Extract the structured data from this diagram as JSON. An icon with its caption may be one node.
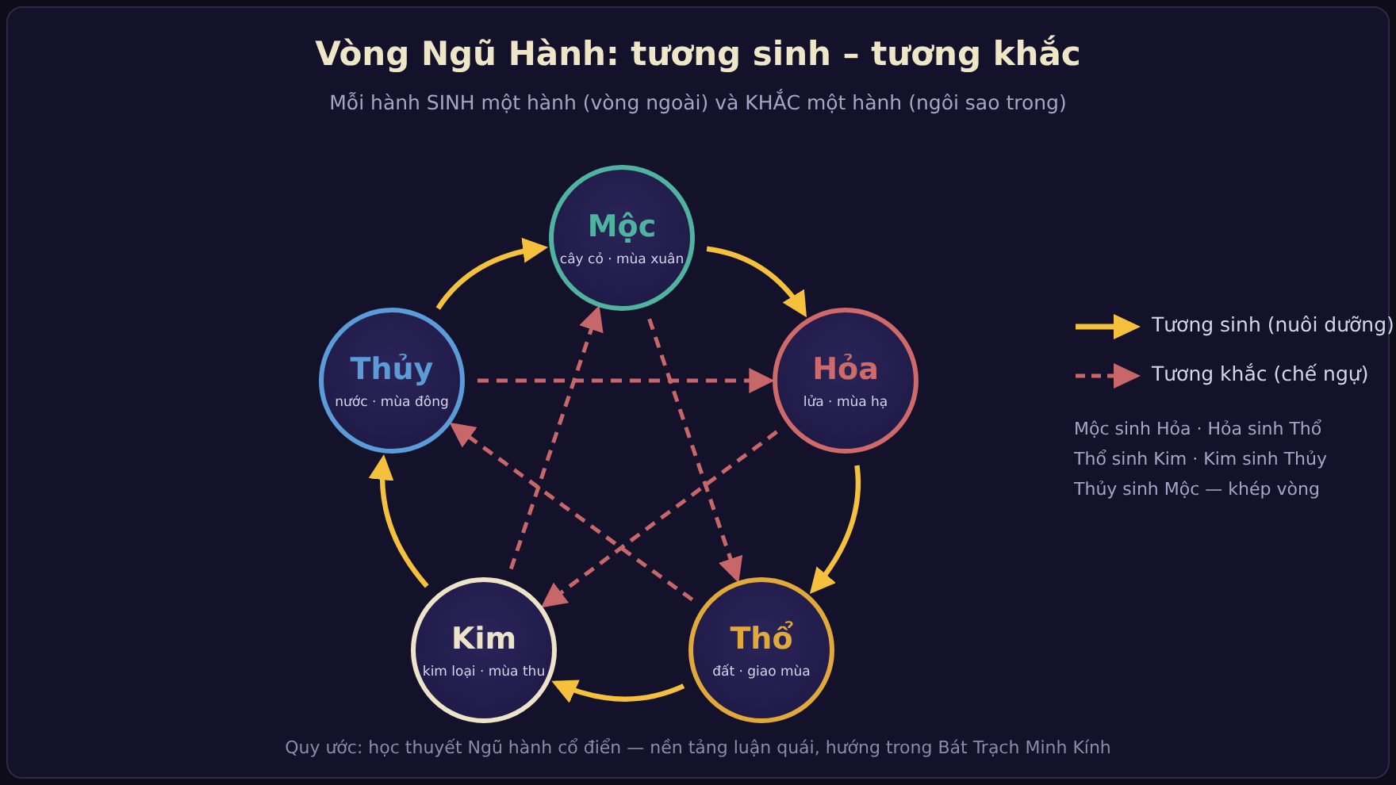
{
  "diagram": {
    "title": "Vòng Ngũ Hành: tương sinh – tương khắc",
    "caption": "Quy ước: học thuyết Ngũ hành cổ điển — nền tảng luận quái, hướng trong Bát Trạch Minh Kính",
    "nodes": [
      {
        "text": [
          "Mộc",
          "cây cỏ · mùa xuân"
        ]
      },
      {
        "text": [
          "Thủy",
          "nước · mùa đông"
        ]
      },
      {
        "text": [
          "Hỏa",
          "lửa · mùa hạ"
        ]
      },
      {
        "text": [
          "Kim",
          "kim loại · mùa thu"
        ]
      },
      {
        "text": [
          "Thổ",
          "đất · giao mùa"
        ]
      }
    ],
    "edges": [
      {
        "from": 0,
        "to": 2,
        "arrow": "to",
        "color": "#f5c03c"
      },
      {
        "from": 2,
        "to": 4,
        "arrow": "to",
        "color": "#f5c03c"
      },
      {
        "from": 4,
        "to": 3,
        "arrow": "to",
        "color": "#f5c03c"
      },
      {
        "from": 3,
        "to": 1,
        "arrow": "to",
        "color": "#f5c03c"
      },
      {
        "from": 1,
        "to": 0,
        "arrow": "to",
        "color": "#f5c03c"
      },
      {
        "from": 1,
        "to": 2,
        "arrow": "to",
        "style": "dashed",
        "color": "#c8676a"
      },
      {
        "from": 3,
        "to": 0,
        "arrow": "to",
        "style": "dashed",
        "color": "#c8676a"
      },
      {
        "from": 0,
        "to": 4,
        "arrow": "to",
        "style": "dashed",
        "color": "#c8676a"
      },
      {
        "from": 4,
        "to": 1,
        "arrow": "to",
        "style": "dashed",
        "color": "#c8676a"
      },
      {
        "from": 2,
        "to": 3,
        "arrow": "to",
        "style": "dashed",
        "color": "#c8676a"
      }
    ],
    "labels": [
      "Mỗi hành SINH một hành (vòng ngoài) và KHẮC một hành (ngôi sao trong)",
      "Mộc sinh Hỏa · Hỏa sinh Thổ",
      "Thổ sinh Kim · Kim sinh Thủy",
      "Thủy sinh Mộc — khép vòng"
    ],
    "legend": [
      {
        "text": "Tương sinh (nuôi dưỡng)"
      },
      {
        "text": "Tương khắc (chế ngự)"
      }
    ]
  }
}
